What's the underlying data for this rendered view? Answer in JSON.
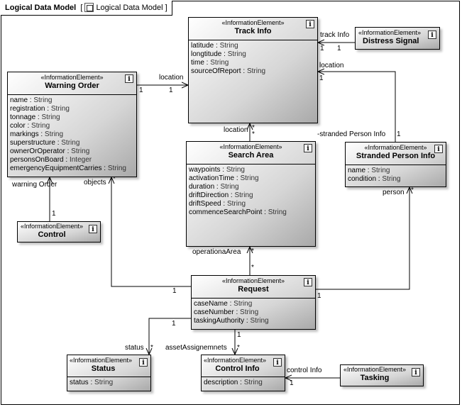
{
  "diagram": {
    "title": "Logical Data Model",
    "breadcrumb": "Logical Data Model"
  },
  "stereotype": "«InformationElement»",
  "info_glyph": "i",
  "classes": {
    "track_info": {
      "name": "Track Info",
      "attributes": [
        {
          "name": "latitude",
          "type": "String"
        },
        {
          "name": "longtitude",
          "type": "String"
        },
        {
          "name": "time",
          "type": "String"
        },
        {
          "name": "sourceOfReport",
          "type": "String"
        }
      ]
    },
    "distress_signal": {
      "name": "Distress Signal",
      "attributes": []
    },
    "warning_order": {
      "name": "Warning Order",
      "attributes": [
        {
          "name": "name",
          "type": "String"
        },
        {
          "name": "registration",
          "type": "String"
        },
        {
          "name": "tonnage",
          "type": "String"
        },
        {
          "name": "color",
          "type": "String"
        },
        {
          "name": "markings",
          "type": "String"
        },
        {
          "name": "superstructure",
          "type": "String"
        },
        {
          "name": "ownerOrOperator",
          "type": "String"
        },
        {
          "name": "personsOnBoard",
          "type": "Integer"
        },
        {
          "name": "emergencyEquipmentCarries",
          "type": "String"
        }
      ]
    },
    "search_area": {
      "name": "Search Area",
      "attributes": [
        {
          "name": "waypoints",
          "type": "String"
        },
        {
          "name": "activationTime",
          "type": "String"
        },
        {
          "name": "duration",
          "type": "String"
        },
        {
          "name": "driftDirection",
          "type": "String"
        },
        {
          "name": "driftSpeed",
          "type": "String"
        },
        {
          "name": "commenceSearchPoint",
          "type": "String"
        }
      ]
    },
    "stranded_person_info": {
      "name": "Stranded Person Info",
      "attributes": [
        {
          "name": "name",
          "type": "String"
        },
        {
          "name": "condition",
          "type": "String"
        }
      ]
    },
    "control": {
      "name": "Control",
      "attributes": []
    },
    "request": {
      "name": "Request",
      "attributes": [
        {
          "name": "caseName",
          "type": "String"
        },
        {
          "name": "caseNumber",
          "type": "String"
        },
        {
          "name": "taskingAuthority",
          "type": "String"
        }
      ]
    },
    "status": {
      "name": "Status",
      "attributes": [
        {
          "name": "status",
          "type": "String"
        }
      ]
    },
    "control_info": {
      "name": "Control Info",
      "attributes": [
        {
          "name": "description",
          "type": "String"
        }
      ]
    },
    "tasking": {
      "name": "Tasking",
      "attributes": []
    }
  },
  "associations": {
    "track_info_distress": {
      "role": "track Info",
      "m1": "1",
      "m2": "1"
    },
    "warning_track": {
      "role": "location",
      "m1": "1",
      "m2": "1"
    },
    "stranded_track": {
      "role": "location",
      "m1": "1",
      "role2": "-stranded Person Info",
      "m2": "1"
    },
    "search_track": {
      "role": "location",
      "m1": "*",
      "m2": "*"
    },
    "control_warning": {
      "role": "warning Order",
      "m1": "1"
    },
    "request_warning": {
      "role": "objects",
      "m1": "*",
      "m2": "1"
    },
    "request_search": {
      "role": "operationaArea",
      "m1": "*",
      "m2": "*"
    },
    "request_stranded": {
      "role": "person",
      "m1": "*",
      "m2": "1"
    },
    "request_status": {
      "role": "status",
      "m1": "*",
      "m2": "1"
    },
    "request_controlinfo": {
      "role": "assetAssignemnets",
      "m1": "*",
      "m2": "1"
    },
    "tasking_controlinfo": {
      "role": "control Info",
      "m1": "1"
    }
  }
}
